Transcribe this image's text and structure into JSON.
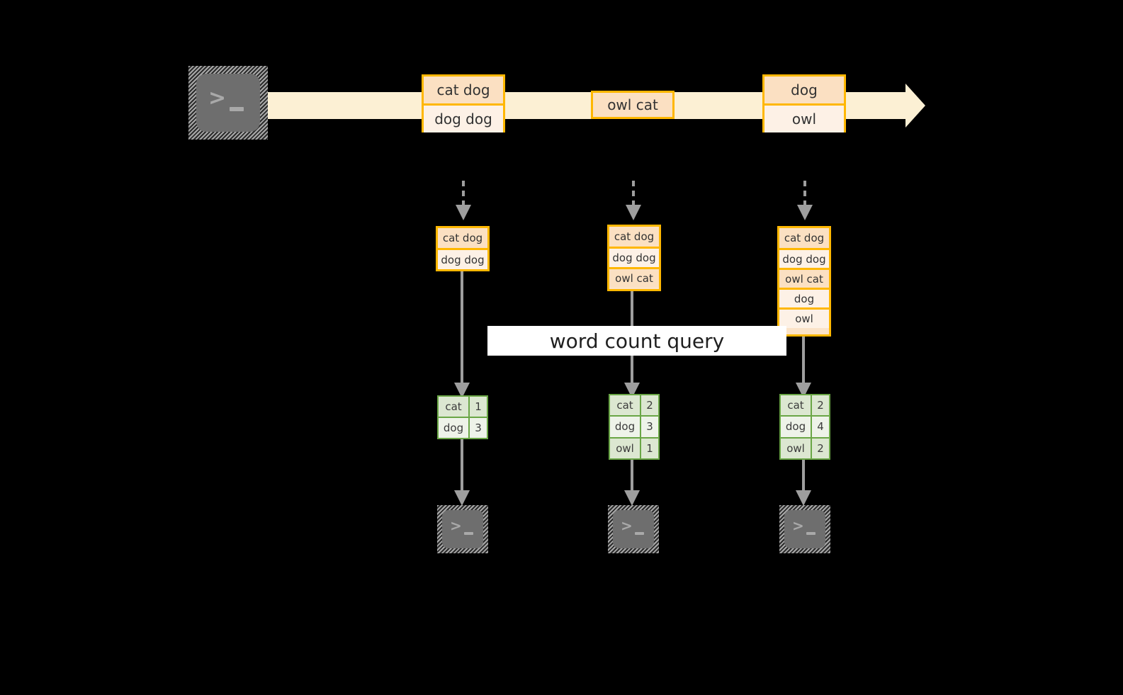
{
  "diagram": {
    "title_label": "word count query",
    "colors": {
      "background": "#000000",
      "stream_band": "#fcf0d4",
      "message_border": "#ffb700",
      "message_fill_dark": "#fbe0c2",
      "message_fill_light": "#fdf1e6",
      "result_border": "#6aa646",
      "result_fill_dark": "#dce7d1",
      "result_fill_light": "#eef3e9",
      "arrow_grey": "#9e9e9e",
      "terminal_body": "#6e6e6e",
      "label_band": "#ffffff"
    }
  },
  "producer": {
    "icon": "terminal-icon",
    "prompt_glyph": ">",
    "cursor_glyph": "_"
  },
  "stream": {
    "groups": [
      {
        "id": "group-1",
        "rows": [
          {
            "text": "cat dog",
            "shade": "dark"
          },
          {
            "text": "dog dog",
            "shade": "light"
          }
        ]
      },
      {
        "id": "group-2",
        "rows": [
          {
            "text": "owl cat",
            "shade": "dark"
          }
        ]
      },
      {
        "id": "group-3",
        "rows": [
          {
            "text": "dog",
            "shade": "dark"
          },
          {
            "text": "owl",
            "shade": "light"
          }
        ]
      }
    ]
  },
  "snapshots": [
    {
      "id": "snapshot-1",
      "rows": [
        {
          "text": "cat dog",
          "shade": "dark"
        },
        {
          "text": "dog dog",
          "shade": "light"
        }
      ]
    },
    {
      "id": "snapshot-2",
      "rows": [
        {
          "text": "cat dog",
          "shade": "dark"
        },
        {
          "text": "dog dog",
          "shade": "light"
        },
        {
          "text": "owl cat",
          "shade": "dark"
        }
      ]
    },
    {
      "id": "snapshot-3",
      "rows": [
        {
          "text": "cat dog",
          "shade": "dark"
        },
        {
          "text": "dog dog",
          "shade": "light"
        },
        {
          "text": "owl cat",
          "shade": "dark"
        },
        {
          "text": "dog",
          "shade": "light"
        },
        {
          "text": "owl",
          "shade": "light"
        }
      ]
    }
  ],
  "results": [
    {
      "id": "result-1",
      "rows": [
        {
          "word": "cat",
          "count": "1",
          "shade": "dark"
        },
        {
          "word": "dog",
          "count": "3",
          "shade": "light"
        }
      ]
    },
    {
      "id": "result-2",
      "rows": [
        {
          "word": "cat",
          "count": "2",
          "shade": "dark"
        },
        {
          "word": "dog",
          "count": "3",
          "shade": "light"
        },
        {
          "word": "owl",
          "count": "1",
          "shade": "dark"
        }
      ]
    },
    {
      "id": "result-3",
      "rows": [
        {
          "word": "cat",
          "count": "2",
          "shade": "dark"
        },
        {
          "word": "dog",
          "count": "4",
          "shade": "light"
        },
        {
          "word": "owl",
          "count": "2",
          "shade": "dark"
        }
      ]
    }
  ],
  "consumers": [
    {
      "id": "consumer-1",
      "icon": "terminal-icon",
      "prompt_glyph": ">",
      "cursor_glyph": "_"
    },
    {
      "id": "consumer-2",
      "icon": "terminal-icon",
      "prompt_glyph": ">",
      "cursor_glyph": "_"
    },
    {
      "id": "consumer-3",
      "icon": "terminal-icon",
      "prompt_glyph": ">",
      "cursor_glyph": "_"
    }
  ]
}
